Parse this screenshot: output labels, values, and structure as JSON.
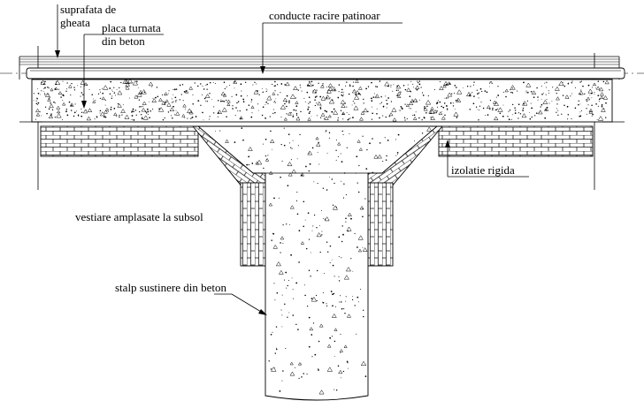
{
  "labels": {
    "ice_surface_line1": "suprafata de",
    "ice_surface_line2": "gheata",
    "concrete_slab_line1": "placa turnata",
    "concrete_slab_line2": "din beton",
    "cooling_pipes": "conducte racire patinoar",
    "rigid_insulation": "izolatie rigida",
    "basement_lockers": "vestiare amplasate la subsol",
    "support_column": "stalp sustinere din beton"
  },
  "colors": {
    "line": "#000000",
    "background": "#ffffff"
  }
}
